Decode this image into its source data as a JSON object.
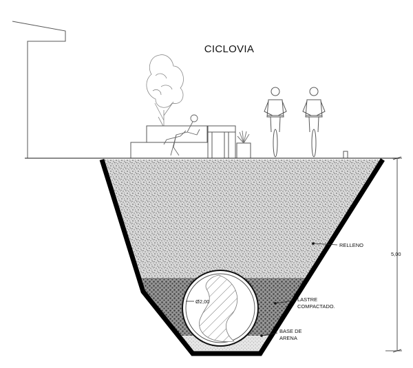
{
  "title": "CICLOVIA",
  "labels": {
    "relleno": "RELLENO",
    "lastre_line1": "LASTRE",
    "lastre_line2": "COMPACTADO.",
    "base_line1": "BASE DE",
    "base_line2": "ARENA",
    "pipe_diameter": "Ø2,00",
    "depth": "5,00"
  },
  "colors": {
    "ink": "#111111",
    "line": "#555555",
    "fill_relleno": "#cfcfcf",
    "fill_lastre": "#8a8a8a"
  },
  "icons": [
    "building-outline-icon",
    "tree-icon",
    "bench-icon",
    "seated-person-icon",
    "kiosk-icon",
    "planter-icon",
    "cyclist-icon",
    "cyclist-icon",
    "bollard-icon"
  ]
}
